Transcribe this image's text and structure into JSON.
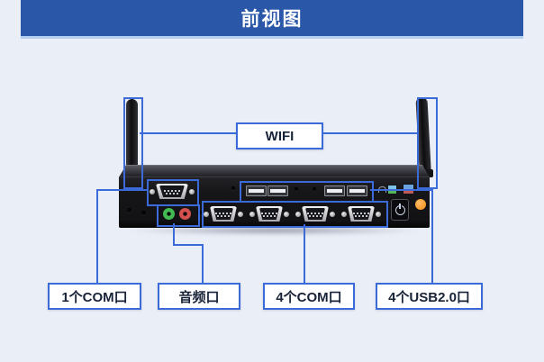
{
  "header": {
    "title": "前视图"
  },
  "callouts": {
    "wifi": {
      "label": "WIFI"
    },
    "com1": {
      "label": "1个COM口"
    },
    "audio": {
      "label": "音频口"
    },
    "com4": {
      "label": "4个COM口"
    },
    "usb": {
      "label": "4个USB2.0口"
    }
  },
  "icons": {
    "antenna": "black-rod-antenna",
    "power_button": "power-symbol",
    "reset_button": "orange-round-button",
    "headphone": "headphone-outline",
    "audio_jack_green": "green-3.5mm-jack",
    "audio_jack_red": "red-3.5mm-jack",
    "com_port": "db9-serial-connector",
    "usb_port": "usb-a-slot"
  },
  "colors": {
    "background": "#eaeef6",
    "banner_blue": "#2b57a8",
    "banner_text": "#ffffff",
    "callout_blue": "#3a6bd8",
    "label_text": "#182338",
    "reset_orange": "#f08a12",
    "jack_green": "#42bb52",
    "jack_red": "#d4504e"
  }
}
